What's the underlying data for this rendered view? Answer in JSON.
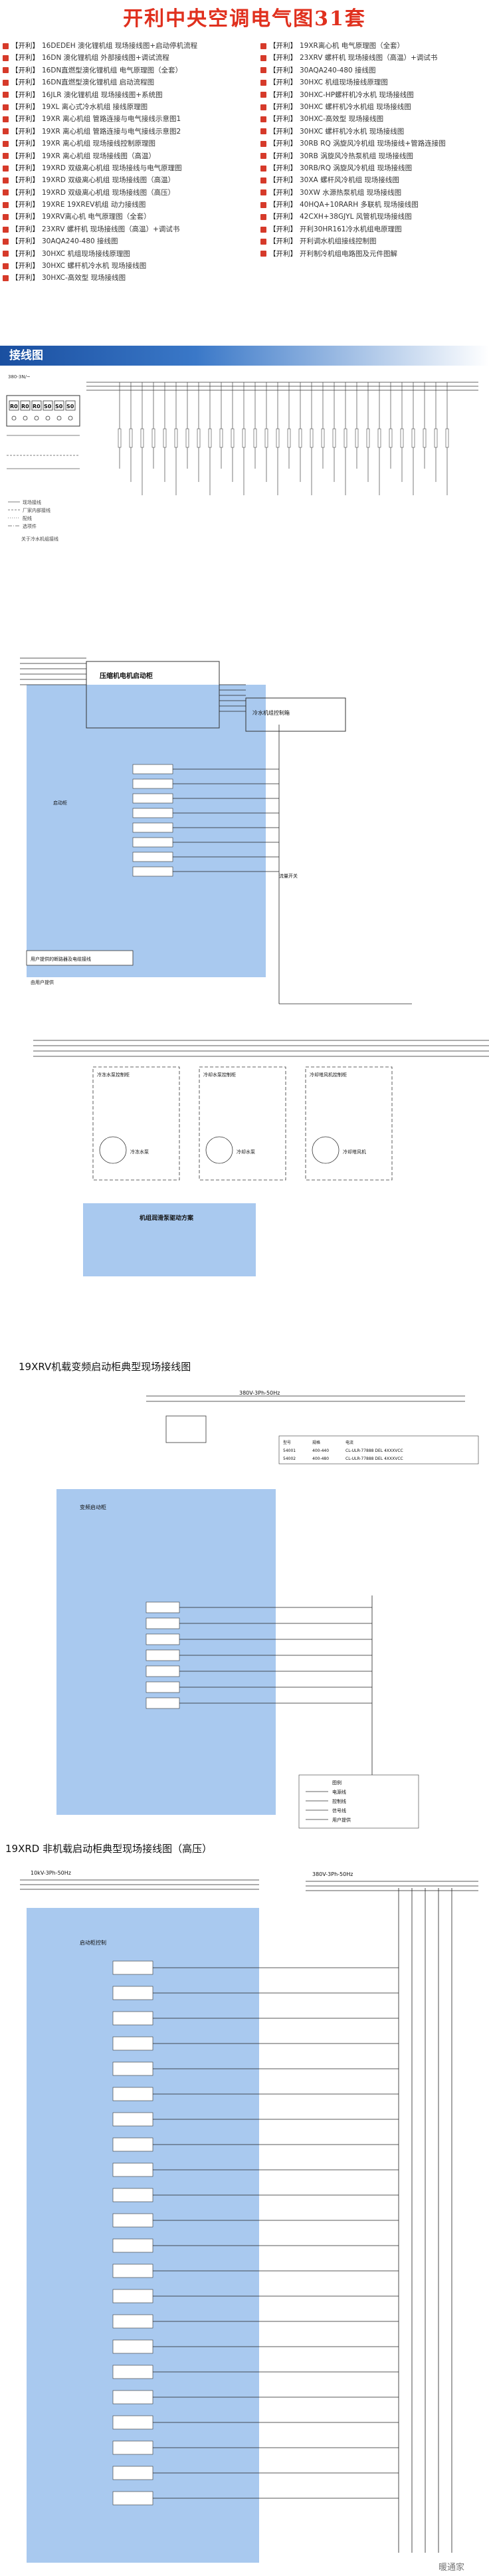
{
  "title": "开利中央空调电气图31套",
  "toc": {
    "prefix": "【开利】",
    "left": [
      "16DEDEH 澳化锂机组 现场接线图+启动停机流程",
      "16DN 澳化锂机组 外部接线图+调试流程",
      "16DN直燃型澳化锂机组 电气原理图（全套）",
      "16DN直燃型澳化锂机组 启动流程图",
      "16JLR 澳化锂机组 现场接线图+系统图",
      "19XL 离心式冷水机组 接线原理图",
      "19XR 离心机组 管路连接与电气接线示意图1",
      "19XR 离心机组 管路连接与电气接线示意图2",
      "19XR 离心机组 现场接线控制原理图",
      "19XR 离心机组 现场接线图（高温）",
      "19XRD 双级离心机组 现场接线与电气原理图",
      "19XRD 双级离心机组 现场接线图（高温）",
      "19XRD 双级离心机组 现场接线图（高压）",
      "19XRE 19XREV机组 动力接线图",
      "19XRV离心机 电气原理图（全套）",
      "23XRV 螺杆机 现场接线图（高温）+调试书",
      "30AQA240-480 接线图",
      "30HXC 机组现场接线原理图",
      "30HXC 螺杆机冷水机 现场接线图",
      "30HXC-高效型 现场接线图"
    ],
    "right": [
      "19XR离心机 电气原理图（全套）",
      "23XRV 螺杆机 现场接线图（高温）+调试书",
      "30AQA240-480 接线图",
      "30HXC 机组现场接线原理图",
      "30HXC-HP螺杆机冷水机 现场接线图",
      "30HXC 螺杆机冷水机组 现场接线图",
      "30HXC-高效型 现场接线图",
      "30HXC 螺杆机冷水机 现场接线图",
      "30RB RQ 涡旋风冷机组 现场接线+管路连接图",
      "30RB 涡旋风冷热泵机组 现场接线图",
      "30RB/RQ 涡旋风冷机组 现场接线图",
      "30XA 螺杆风冷机组 现场接线图",
      "30XW 水源热泵机组 现场接线图",
      "40HQA+10RARH 多联机 现场接线图",
      "42CXH+38GJYL 风管机现场接线图",
      "开利30HR161冷水机组电原理图",
      "开利调水机组接线控制图",
      "开利制冷机组电路图及元件图解"
    ]
  },
  "section_bar": {
    "title": "接线图",
    "color": "#1a4fa0"
  },
  "diagrams": {
    "d1": {
      "supply": "380-3N/~",
      "terminals": [
        "R0",
        "R0",
        "R0",
        "S0",
        "S0",
        "S0"
      ],
      "legend": [
        "现场接线",
        "厂家内部接线",
        "配线",
        "选项件"
      ],
      "note": "关于冷水机组接线"
    },
    "d2": {
      "panel": "压缩机电机启动柜",
      "chiller": "冷水机组控制箱",
      "starter": "启动柜",
      "notes": [
        "用户提供的断路器及电缆接线",
        "由用户提供",
        "流量开关"
      ]
    },
    "d3": {
      "pumps": [
        "冷冻水泵控制柜",
        "冷却水泵控制柜",
        "冷却塔风机控制柜"
      ],
      "motors": [
        "冷冻水泵",
        "冷却水泵",
        "冷却塔风机"
      ],
      "panel": "机组润滑泵驱动方案"
    },
    "d4": {
      "caption": "19XRV机载变频启动柜典型现场接线图",
      "supply": "380V-3Ph-50Hz",
      "panel": "变频启动柜",
      "table_header": [
        "型号",
        "规格",
        "电流"
      ],
      "table_rows": [
        [
          "54001",
          "400-440",
          "CL-ULR-77888 DEL 4XXXVCC"
        ],
        [
          "54002",
          "400-480",
          "CL-ULR-77888 DEL 4XXXVCC"
        ]
      ],
      "legend": [
        "图例",
        "电源线",
        "控制线",
        "信号线",
        "用户提供"
      ]
    },
    "d5": {
      "caption": "19XRD 非机载启动柜典型现场接线图（高压）",
      "supply": "10kV-3Ph-50Hz",
      "supply2": "380V-3Ph-50Hz",
      "panel": "启动柜控制"
    }
  },
  "watermark": "暖通家"
}
